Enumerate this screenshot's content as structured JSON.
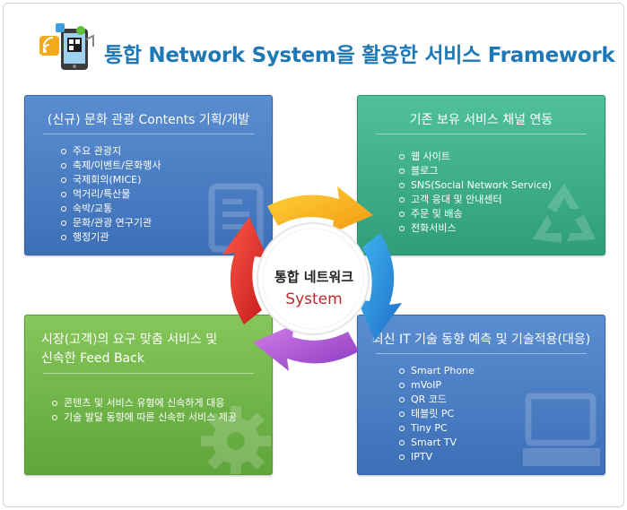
{
  "title": "통합 Network System을 활용한 서비스 Framework",
  "center": {
    "line1": "통합 네트워크",
    "line2": "System"
  },
  "panels": {
    "top_left": {
      "title": "(신규) 문화 관광 Contents 기획/개발",
      "items": [
        "주요 관광지",
        "축제/이벤트/문화행사",
        "국제회의(MICE)",
        "먹거리/특산물",
        "숙박/교통",
        "문화/관광 연구기관",
        "행정기관"
      ],
      "color": "#4a7ec4"
    },
    "top_right": {
      "title": "기존 보유 서비스 채널  연동",
      "items": [
        "웹 사이트",
        "블로그",
        "SNS(Social Network Service)",
        "고객 응대 및 안내센터",
        "주문 및 배송",
        "전화서비스"
      ],
      "color": "#3cad87"
    },
    "bottom_left": {
      "title_line1": "시장(고객)의 요구 맞춤 서비스 및",
      "title_line2": "신속한 Feed Back",
      "items": [
        "콘텐츠 및 서비스 유형에 신속하게 대응",
        "기술 발달 동향에 따른  신속한 서비스 제공"
      ],
      "color": "#72b548"
    },
    "bottom_right": {
      "title": "최신 IT 기술 동향 예측 및 기술적용(대응)",
      "items": [
        "Smart Phone",
        "mVoIP",
        "QR 코드",
        "태블릿 PC",
        "Tiny PC",
        "Smart TV",
        " IPTV"
      ],
      "color": "#4a7ec4"
    }
  },
  "icons": {
    "title": "smartphone-apps-icon",
    "top_left_deco": "document-form-icon",
    "top_right_deco": "recycle-icon",
    "bottom_left_deco": "gear-icon",
    "bottom_right_deco": "computer-monitor-icon"
  }
}
